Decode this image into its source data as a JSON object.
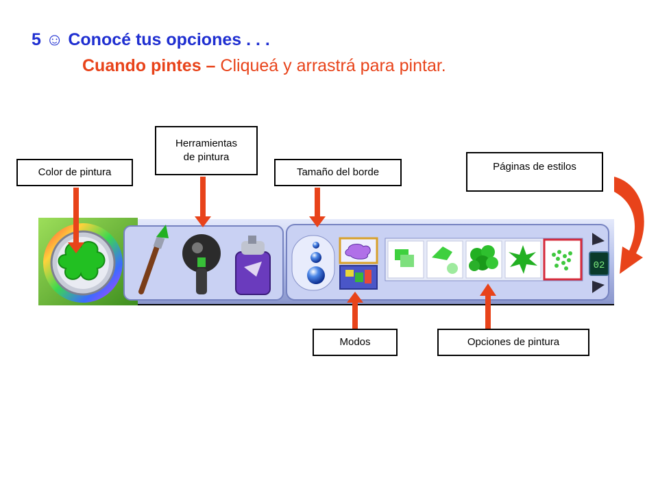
{
  "slide": {
    "title_num": "5",
    "title_smiley": "☺",
    "title_text": "Conocé tus opciones . . .",
    "subtitle_bold": "Cuando pintes –",
    "subtitle_rest": "Cliqueá y arrastrá para pintar."
  },
  "callouts": {
    "color": "Color de pintura",
    "tools_line1": "Herramientas",
    "tools_line2": "de pintura",
    "size": "Tamaño del borde",
    "styles": "Páginas de estilos",
    "modes": "Modos",
    "options": "Opciones de pintura"
  },
  "toolbar": {
    "page_number": "02",
    "tools": [
      "paintbrush-icon",
      "microphone-icon",
      "spray-can-icon"
    ],
    "brush_options_count": 5,
    "selected_option_index": 4
  },
  "colors": {
    "title_blue": "#1f2fd1",
    "accent_red": "#e8431a",
    "arrow_red": "#e8431a",
    "paint_green": "#22c022",
    "toolbar_blue": "#b8c4ee"
  }
}
